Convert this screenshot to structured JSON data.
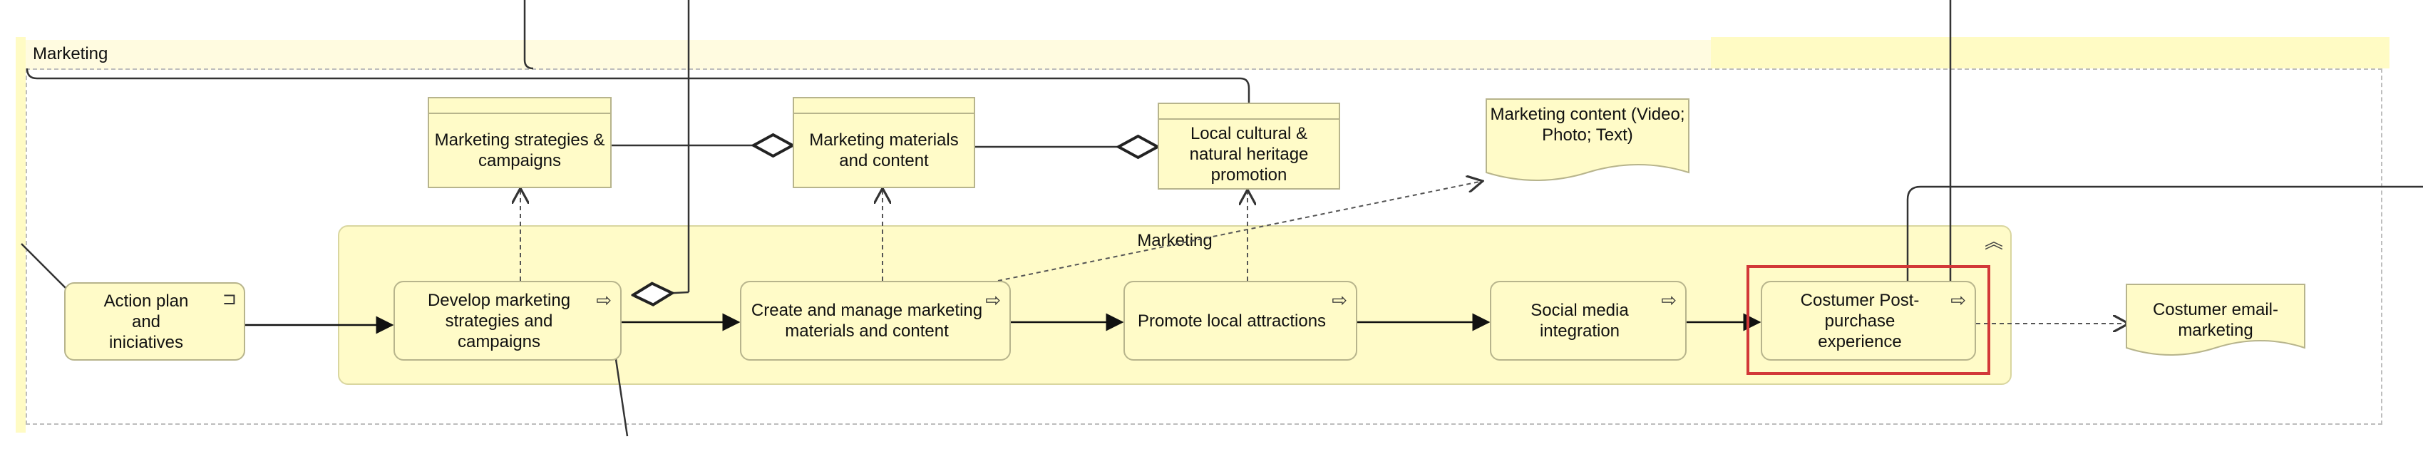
{
  "groups": {
    "outer_label": "Marketing",
    "function_label": "Marketing"
  },
  "nodes": {
    "action_plan": "Action plan and iniciatives",
    "develop": "Develop marketing strategies and campaigns",
    "create_manage": "Create and manage marketing materials and content",
    "promote": "Promote local attractions",
    "social": "Social media integration",
    "post_purchase": "Costumer Post-purchase experience"
  },
  "data_objects": {
    "strategies": "Marketing strategies & campaigns",
    "materials": "Marketing materials and content",
    "heritage": "Local cultural & natural heritage promotion"
  },
  "representations": {
    "content": "Marketing content (Video; Photo; Text)",
    "email": "Costumer email-marketing"
  },
  "icons": {
    "process_arrow": "process-arrow-icon",
    "event": "business-event-icon",
    "collapse": "collapse-chevron-icon"
  },
  "colors": {
    "element_fill": "#fffbc8",
    "selection": "#d23838"
  }
}
